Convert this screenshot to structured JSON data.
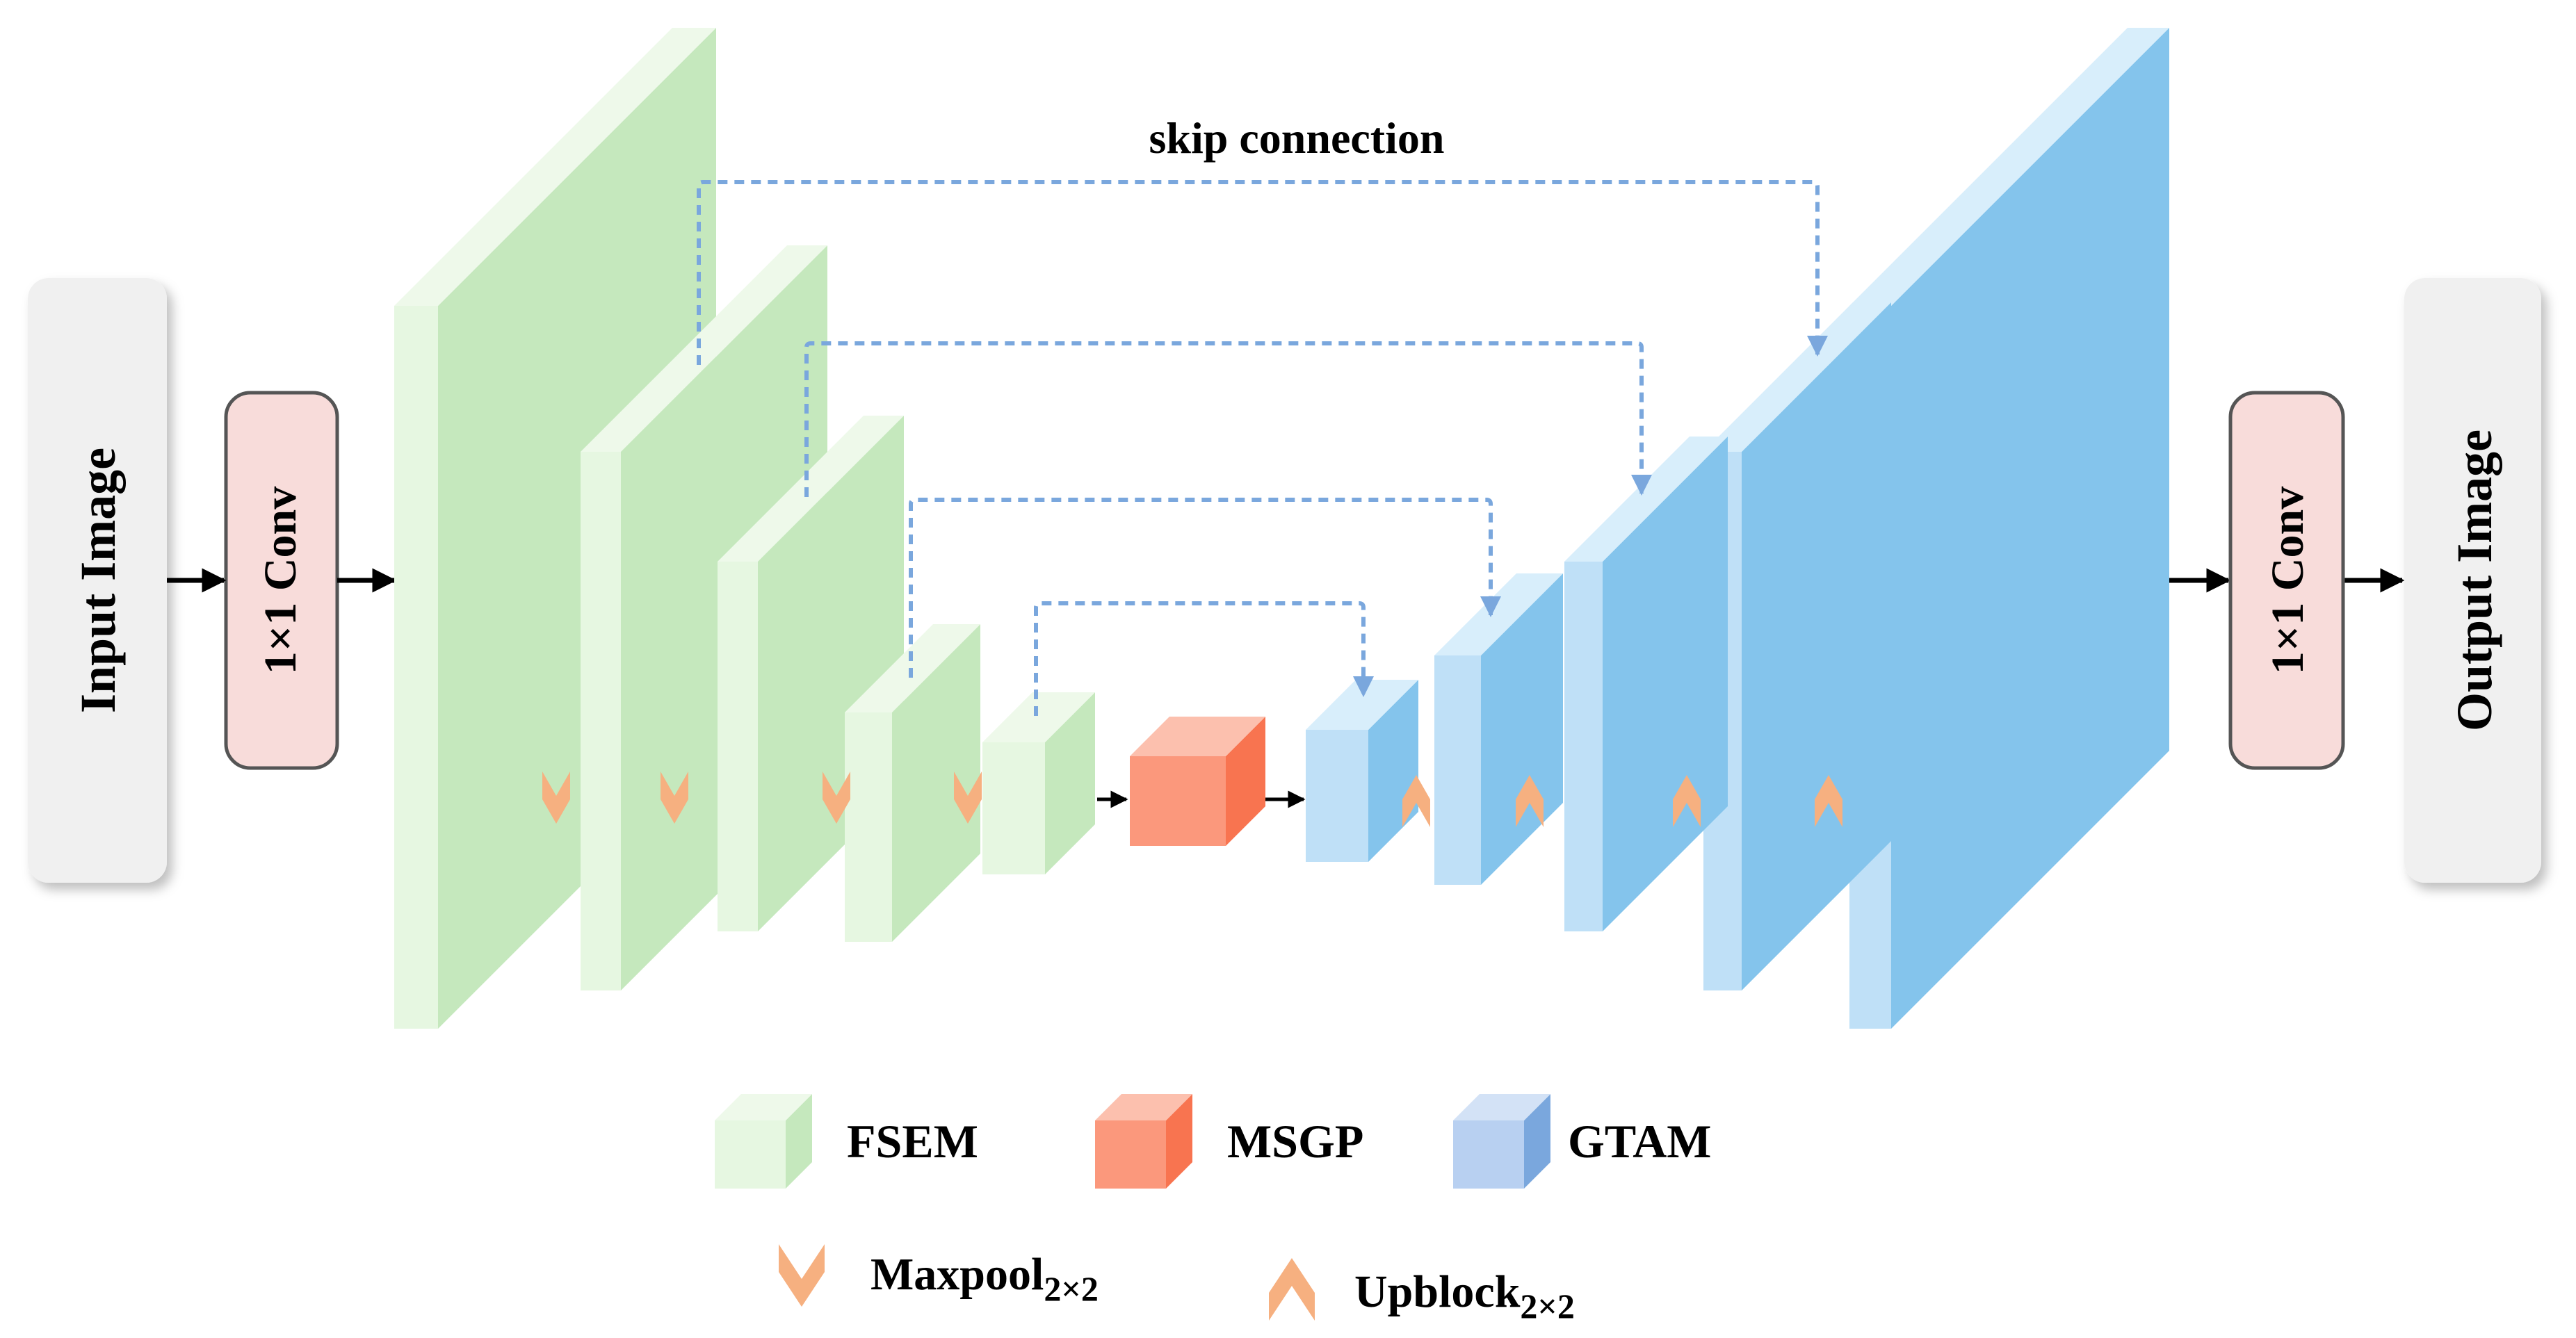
{
  "inputs": {
    "input_label": "Input Image",
    "output_label": "Output Image",
    "conv_in_label": "1×1 Conv",
    "conv_out_label": "1×1 Conv"
  },
  "skip_label": "skip connection",
  "legend": {
    "fsem": "FSEM",
    "msgp": "MSGP",
    "gtam": "GTAM",
    "maxpool_text": "Maxpool",
    "maxpool_sub": "2×2",
    "upblock_text": "Upblock",
    "upblock_sub": "2×2"
  },
  "colors": {
    "fsem_front": "#e6f7e1",
    "fsem_side": "#c5e8bd",
    "fsem_top": "#eef9ea",
    "msgp_front": "#fb987c",
    "msgp_side": "#f87450",
    "msgp_top": "#fcc0ae",
    "gtam_front": "#bfe0f7",
    "gtam_side": "#84c4ec",
    "gtam_top": "#d8eefb",
    "conv_fill": "#f8dcda",
    "io_fill": "#f0f0f0",
    "skip_line": "#7aa7dd",
    "pool_marker": "#f6b080"
  }
}
